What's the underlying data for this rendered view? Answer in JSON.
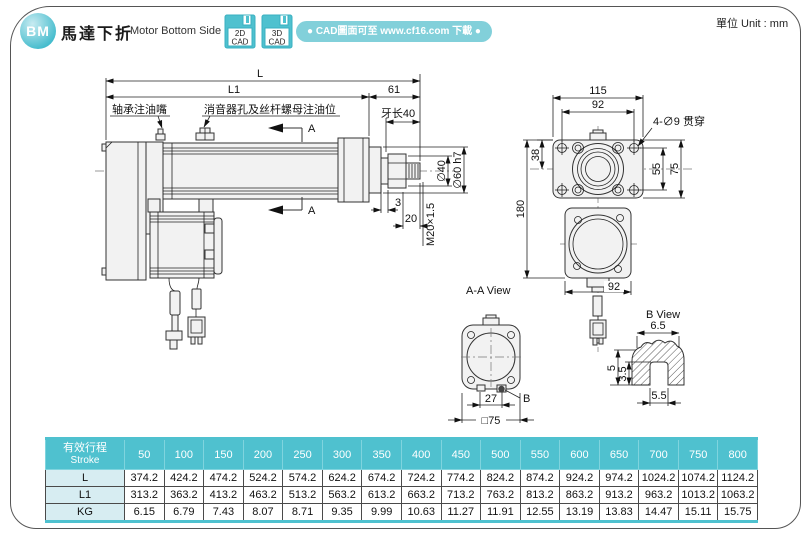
{
  "page": {
    "unit": "單位 Unit : mm"
  },
  "header": {
    "badge": "BM",
    "title_zh": "馬達下折",
    "title_en": "Motor Bottom Side",
    "cad_buttons": [
      {
        "line1": "2D",
        "line2": "CAD"
      },
      {
        "line1": "3D",
        "line2": "CAD"
      }
    ],
    "banner": "● CAD圖面可至 www.cf16.com 下載 ●"
  },
  "drawing": {
    "side": {
      "L": "L",
      "L1": "L1",
      "d61": "61",
      "thread": "牙长40",
      "bearing": "轴承注油嘴",
      "muffler": "消音器孔及丝杆螺母注油位",
      "A": "A",
      "d40": "∅40",
      "d60": "∅60 h7",
      "m20": "M20×1.5",
      "d3": "3",
      "d20": "20"
    },
    "front": {
      "d115": "115",
      "d92": "92",
      "holes": "4-∅9 贯穿",
      "d38": "38",
      "d55": "55",
      "d75": "75",
      "d180": "180"
    },
    "aa": {
      "title": "A-A View",
      "d27": "27",
      "sq75": "□75",
      "B": "B"
    },
    "bv": {
      "title": "B View",
      "d65": "6.5",
      "d55": "5.5",
      "d5": "5",
      "d35": "3.5"
    }
  },
  "table": {
    "header_label_zh": "有效行程",
    "header_label_en": "Stroke",
    "strokes": [
      "50",
      "100",
      "150",
      "200",
      "250",
      "300",
      "350",
      "400",
      "450",
      "500",
      "550",
      "600",
      "650",
      "700",
      "750",
      "800"
    ],
    "rows": [
      {
        "label": "L",
        "values": [
          "374.2",
          "424.2",
          "474.2",
          "524.2",
          "574.2",
          "624.2",
          "674.2",
          "724.2",
          "774.2",
          "824.2",
          "874.2",
          "924.2",
          "974.2",
          "1024.2",
          "1074.2",
          "1124.2"
        ]
      },
      {
        "label": "L1",
        "values": [
          "313.2",
          "363.2",
          "413.2",
          "463.2",
          "513.2",
          "563.2",
          "613.2",
          "663.2",
          "713.2",
          "763.2",
          "813.2",
          "863.2",
          "913.2",
          "963.2",
          "1013.2",
          "1063.2"
        ]
      },
      {
        "label": "KG",
        "values": [
          "6.15",
          "6.79",
          "7.43",
          "8.07",
          "8.71",
          "9.35",
          "9.99",
          "10.63",
          "11.27",
          "11.91",
          "12.55",
          "13.19",
          "13.83",
          "14.47",
          "15.11",
          "15.75"
        ]
      }
    ]
  },
  "colors": {
    "teal": "#4fc1cf",
    "teal_light": "#d7edf2",
    "banner": "#82d0da",
    "badge_dark": "#45bccd",
    "badge_light": "#c7ebf1"
  }
}
